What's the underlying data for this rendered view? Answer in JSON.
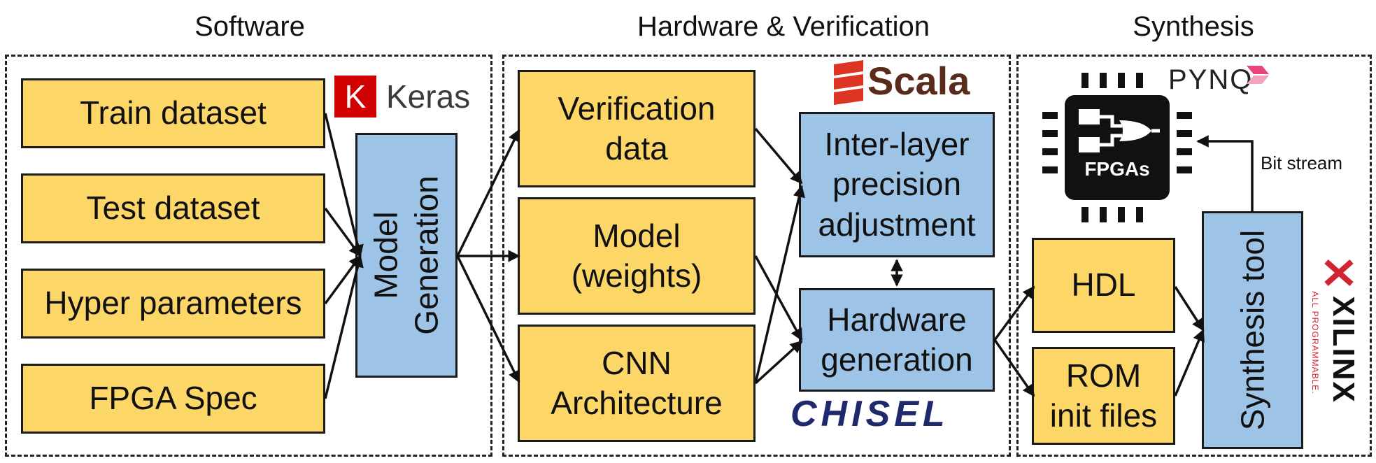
{
  "sections": {
    "software": "Software",
    "hardware": "Hardware & Verification",
    "synthesis": "Synthesis"
  },
  "software": {
    "inputs": [
      "Train dataset",
      "Test dataset",
      "Hyper parameters",
      "FPGA Spec"
    ],
    "model_generation": [
      "Model",
      "Generation"
    ],
    "keras_logo": {
      "letter": "K",
      "name": "Keras"
    }
  },
  "hardware": {
    "outputs": [
      [
        "Verification",
        "data"
      ],
      [
        "Model",
        "(weights)"
      ],
      [
        "CNN",
        "Architecture"
      ]
    ],
    "interlayer": [
      "Inter-layer",
      "precision",
      "adjustment"
    ],
    "hwgen": [
      "Hardware",
      "generation"
    ],
    "scala_logo": "Scala",
    "chisel_logo": "CHISEL"
  },
  "synthesis": {
    "hdl": "HDL",
    "rom": [
      "ROM",
      "init files"
    ],
    "tool": "Synthesis tool",
    "bitstream": "Bit stream",
    "fpga_label": "FPGAs",
    "pynq_logo": "PYNQ",
    "xilinx_logo": "XILINX",
    "xilinx_tagline": "ALL PROGRAMMABLE."
  },
  "colors": {
    "yellow": "#fcd667",
    "blue": "#9dc3e6",
    "keras_red": "#d00000",
    "scala_red": "#de3423",
    "scala_brown": "#5a2a1a",
    "chisel_navy": "#1f2a6e",
    "pynq_pink": "#e8457a",
    "xilinx_red": "#d22333"
  }
}
